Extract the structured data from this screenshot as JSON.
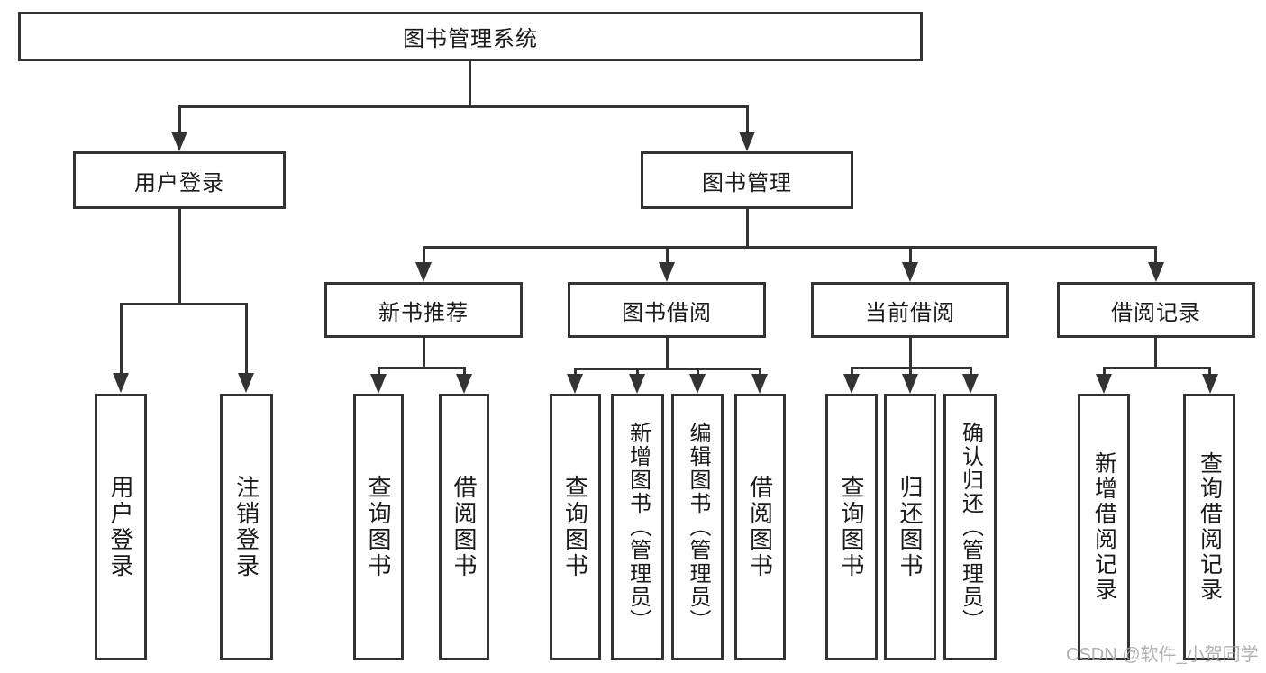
{
  "diagram": {
    "root": {
      "label": "图书管理系统"
    },
    "level2": {
      "user_login": {
        "label": "用户登录"
      },
      "book_management": {
        "label": "图书管理"
      }
    },
    "level3": {
      "new_book_recommend": {
        "label": "新书推荐"
      },
      "book_borrow": {
        "label": "图书借阅"
      },
      "current_borrow": {
        "label": "当前借阅"
      },
      "borrow_record": {
        "label": "借阅记录"
      }
    },
    "leaves": {
      "user_login": {
        "label": "用户登录"
      },
      "logout": {
        "label": "注销登录"
      },
      "nb_query_book": {
        "label": "查询图书"
      },
      "nb_borrow_book": {
        "label": "借阅图书"
      },
      "bb_query_book": {
        "label": "查询图书"
      },
      "bb_add_book": {
        "label": "新增图书（管理员）"
      },
      "bb_edit_book": {
        "label": "编辑图书（管理员）"
      },
      "bb_borrow_book": {
        "label": "借阅图书"
      },
      "cb_query_book": {
        "label": "查询图书"
      },
      "cb_return_book": {
        "label": "归还图书"
      },
      "cb_confirm_return": {
        "label": "确认归还（管理员）"
      },
      "br_add_record": {
        "label": "新增借阅记录"
      },
      "br_query_record": {
        "label": "查询借阅记录"
      }
    },
    "watermark": "CSDN @软件_小贺同学",
    "colors": {
      "line": "#333333",
      "text": "#1a1a1a",
      "background": "#ffffff",
      "watermark": "#a5a5a5"
    }
  }
}
